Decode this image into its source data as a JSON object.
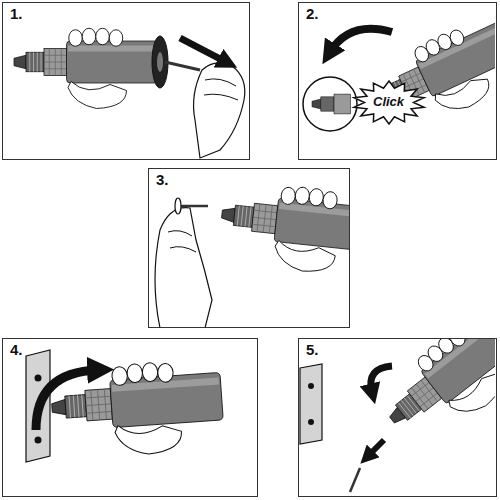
{
  "diagram": {
    "nodes": [
      {
        "text": [
          "1."
        ]
      },
      {
        "text": [
          "2."
        ]
      },
      {
        "text": [
          "Click"
        ],
        "in": 1
      },
      {
        "text": [
          "3."
        ]
      },
      {
        "text": [
          "4."
        ]
      },
      {
        "text": [
          "5."
        ]
      }
    ]
  }
}
